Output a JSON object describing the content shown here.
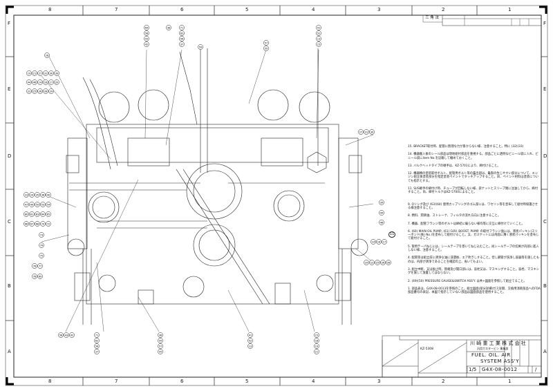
{
  "frame": {
    "columns": [
      "8",
      "7",
      "6",
      "5",
      "4",
      "3",
      "2",
      "1"
    ],
    "rows": [
      "F",
      "E",
      "D",
      "C",
      "B",
      "A"
    ]
  },
  "projection": "三 角 法",
  "notes": [
    "15. BRACKET取付時、配管に無理な力が掛からない様、注意すること。特に (32)(33)",
    "14. 機器搬入後のシール部品は現地組付部品を重視する。部品ごとに透明なビニール袋に入れ、ビニール袋にitem No.を記載して纏めておくこと。",
    "13. バルクヘッドタイプの継手は、KZ-5701により、締付けること。",
    "12. 機器類の塗装取付ボルト、配管用ボルト等の露出部は、亀裂の生じやすい部分について、エンジン組立後塗装部分を指定塗装ペイントでタッチアップすること。尚、ペイント材料は塗装についても指示とする。",
    "11. SUS継手の締付け時、チューブが回転しない様、袋ナットとスリーブ間に注油してから、締付すること。尚、締付トルクはKZ-5700によること。",
    "9. Oリング及び (63)(64) 使用カップリングのゴム部には、ワセリン等を塗布して組付時保護させる様注意すること。",
    "8. 燃料、潤滑油、ストレーナ、フィルタの流れ方向に注意すること。",
    "7. 機器、配管フランジ等のボルトは締結に偏らない様均等に交互に締付けていくこと。",
    "6. (60) MAIN OIL PUMP, (61) GOV. BOOST. PUMP. の取付フランジ面には、液状パッキン(スリーボンド(株) No.)を塗布して組付けること。又、ガスケットには両面に薄く液状パッキンを塗布して組付けること。",
    "5. 管用テーパねじには、シールテープを巻いてねじ込むこと。尚シールテープの切屑が内部に進入しない様、注意すること。",
    "4. 配管等は組立前に清浄な油に浸漬後、エア吹きしすること。但し鋼管が洗浄し容器等を施したものは、内部が清浄であることを確認の上、省いてもよい。",
    "3. 組立中断、又は仮止時、管端及び開口部には、盲栓又は、マスキングすること。盲栓、マスキングを施して放置してはならない。",
    "2. (49)(50) PRESSURE GAUGE&SWITCH ASS'Y. は共+図面を参照して組立てること。",
    "1. 部品表は、G4X-08-0013を参照のこと。組立図面(部分詳細)ガス早期、交換用消耗部品へのFDA部品番号の表記、本図で指示していない部品は図面部品を使用すること。"
  ],
  "title_block": {
    "company": "川 崎 重 工 業 株 式 会 社",
    "division": "汎用ガスタービン 事業部",
    "title_line1": "FUEL. OIL. AIR",
    "title_line2": "SYSTEM ASS'Y",
    "scale": "1/5",
    "drawing_number": "G4X-08-0012",
    "sheet": "/",
    "ref": "KZ-5308"
  },
  "balloons": [
    "69",
    "58",
    "43",
    "42",
    "71",
    "62",
    "56",
    "37",
    "38",
    "59",
    "57",
    "55",
    "41",
    "52",
    "13",
    "15",
    "18",
    "19",
    "21",
    "27",
    "31",
    "30",
    "39",
    "44",
    "46",
    "14",
    "16",
    "17",
    "20",
    "22",
    "25",
    "26",
    "28",
    "29",
    "23",
    "24",
    "35",
    "36",
    "40",
    "47",
    "49",
    "50",
    "53",
    "54",
    "60",
    "61",
    "63",
    "64",
    "65",
    "66",
    "67",
    "68",
    "70",
    "72",
    "73",
    "74",
    "75",
    "76",
    "77",
    "78"
  ],
  "bubble_note_ref": "11"
}
